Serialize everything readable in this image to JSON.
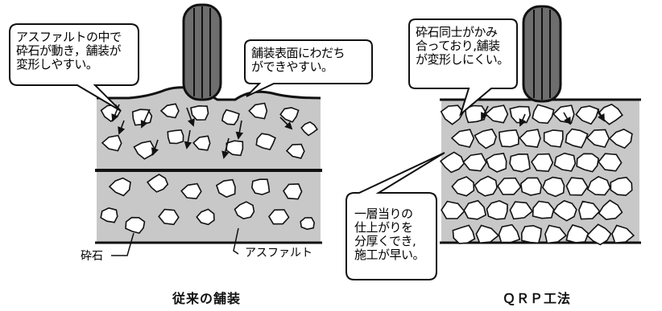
{
  "left": {
    "caption": "従来の舗装",
    "callout_stone": "アスファルトの中で\n砕石が動き，舗装が\n変形しやすい。",
    "callout_rut": "舗装表面にわだち\nができやすい。",
    "label_stone": "砕石",
    "label_asphalt": "アスファルト"
  },
  "right": {
    "caption": "ＱＲＰ工法",
    "callout_interlock": "砕石同士がかみ\n合っており,舗装\nが変形しにくい。",
    "callout_thick": "一層当りの\n仕上がりを\n分厚くでき,\n施工が早い。"
  },
  "colors": {
    "asphalt_fill": "#c8c8c8",
    "stone_fill": "#ffffff",
    "outline": "#111111",
    "tire_fill": "#6e6e6e"
  },
  "icons": [
    "tire-icon",
    "arrow-icon",
    "stone-icon"
  ]
}
